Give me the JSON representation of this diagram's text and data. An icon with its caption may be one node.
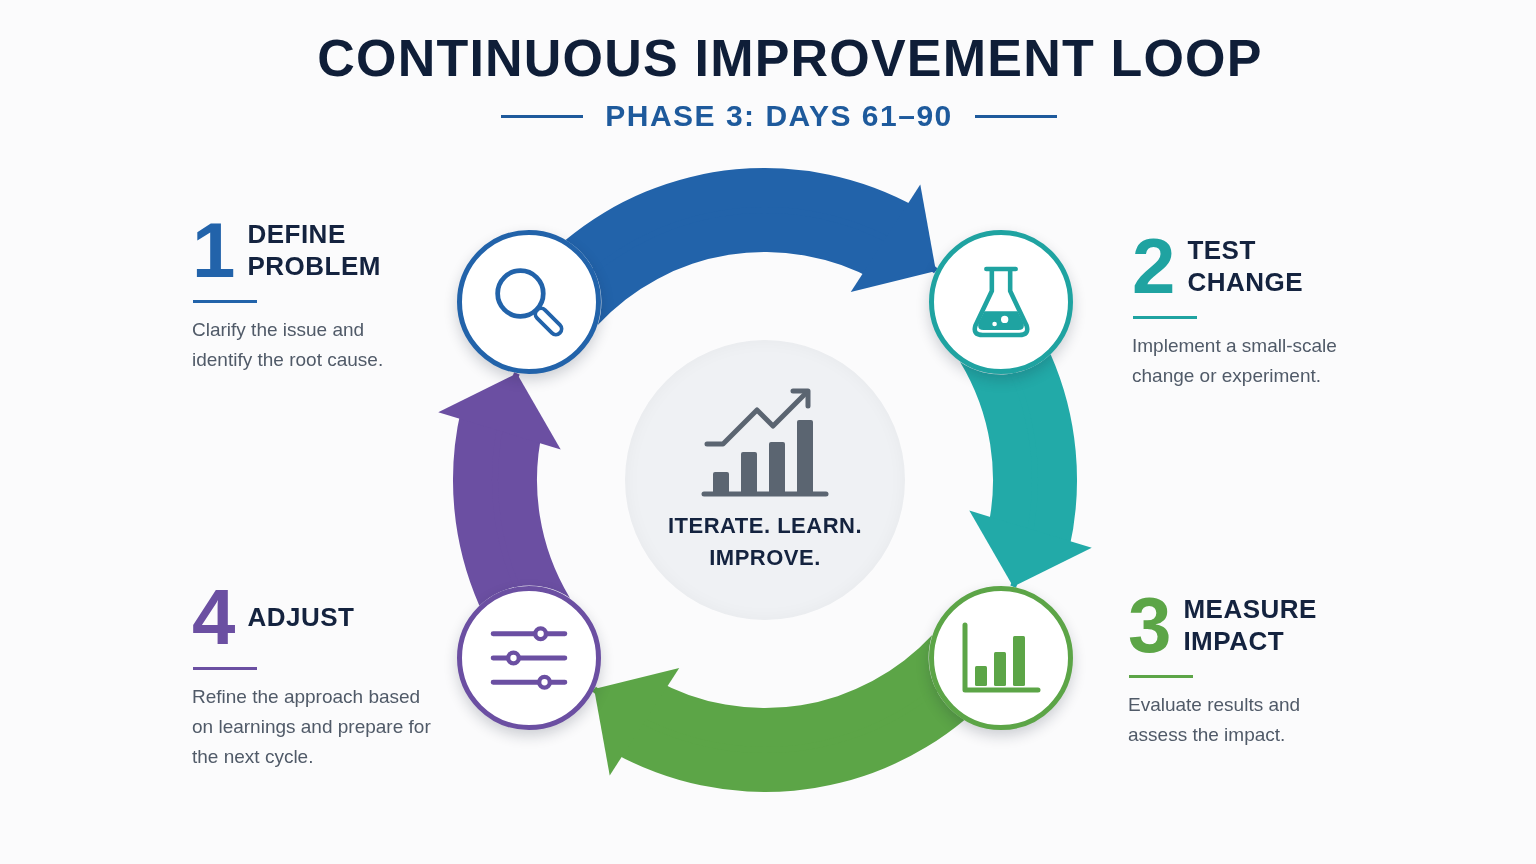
{
  "diagram": {
    "title": "CONTINUOUS IMPROVEMENT LOOP",
    "nodes": [
      {
        "text": [],
        "shape": "circle",
        "beside": [
          "1",
          "DEFINE PROBLEM",
          "Clarify the issue and identify the root cause."
        ]
      },
      {
        "text": [],
        "shape": "circle",
        "beside": [
          "2",
          "TEST CHANGE",
          "Implement a small-scale change or experiment."
        ]
      },
      {
        "text": [],
        "shape": "circle",
        "beside": [
          "3",
          "MEASURE IMPACT",
          "Evaluate results and assess the impact."
        ]
      },
      {
        "text": [],
        "shape": "circle",
        "beside": [
          "4",
          "ADJUST",
          "Refine the approach based on learnings and prepare for the next cycle."
        ]
      },
      {
        "text": [
          "ITERATE. LEARN. IMPROVE."
        ]
      }
    ],
    "edges": [
      {
        "from": 0,
        "to": 1,
        "arrow": "to",
        "color": "#2263aa"
      },
      {
        "from": 1,
        "to": 2,
        "arrow": "to",
        "color": "#22aaa8"
      },
      {
        "from": 2,
        "to": 3,
        "arrow": "to",
        "color": "#5ca547"
      },
      {
        "from": 3,
        "to": 0,
        "arrow": "to",
        "color": "#6b4fa2"
      }
    ],
    "labels": [
      "PHASE 3: DAYS 61–90"
    ]
  }
}
